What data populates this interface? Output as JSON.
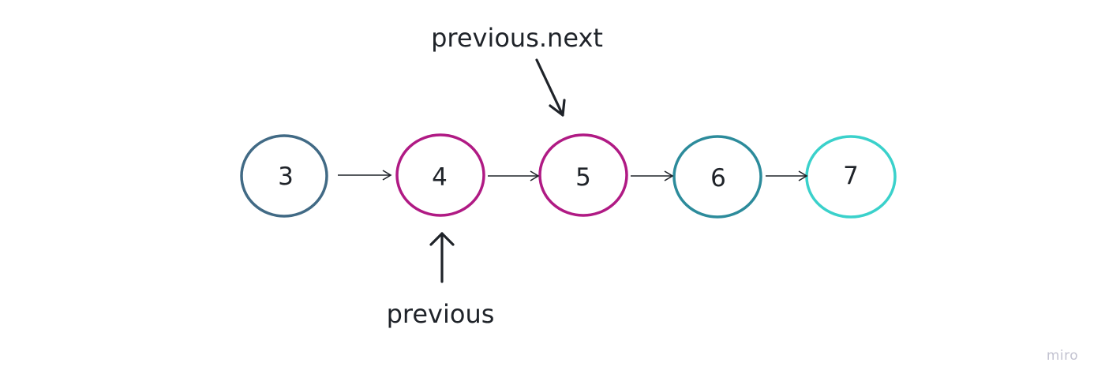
{
  "diagram": {
    "nodes": [
      {
        "label": "3",
        "color": "#416a85"
      },
      {
        "label": "4",
        "color": "#b01a84"
      },
      {
        "label": "5",
        "color": "#b01a84"
      },
      {
        "label": "6",
        "color": "#2c8b9b"
      },
      {
        "label": "7",
        "color": "#3ad1cb"
      }
    ],
    "pointers": {
      "previous": "previous",
      "previous_next": "previous.next"
    },
    "edge_color": "#1f2329"
  },
  "watermark": "miro"
}
